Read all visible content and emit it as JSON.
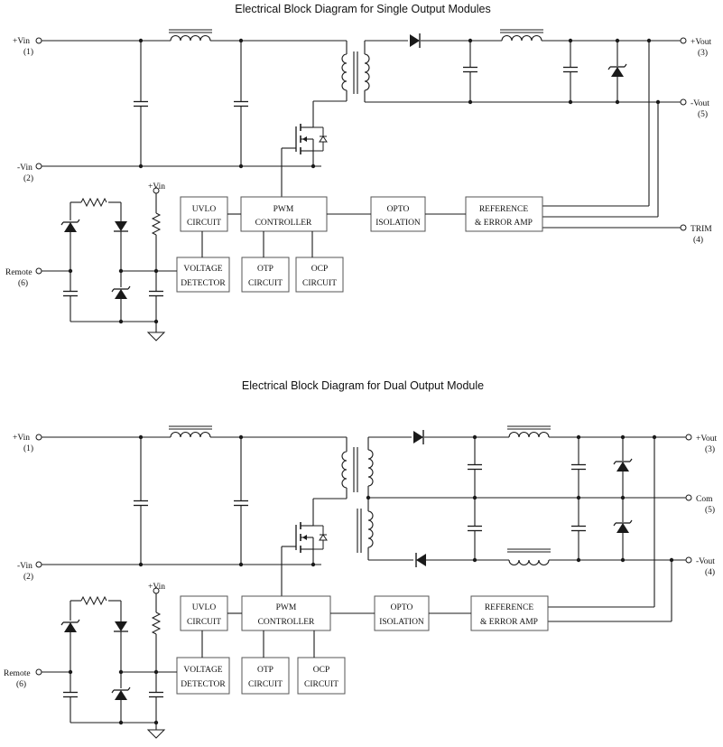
{
  "top": {
    "title": "Electrical Block Diagram for Single Output Modules",
    "pins": {
      "vin_pos": "+Vin",
      "vin_pos_num": "(1)",
      "vin_neg": "-Vin",
      "vin_neg_num": "(2)",
      "vout_pos": "+Vout",
      "vout_pos_num": "(3)",
      "vout_neg": "-Vout",
      "vout_neg_num": "(5)",
      "trim": "TRIM",
      "trim_num": "(4)",
      "remote": "Remote",
      "remote_num": "(6)",
      "vin_ref": "+Vin"
    },
    "blocks": {
      "uvlo_1": "UVLO",
      "uvlo_2": "CIRCUIT",
      "pwm_1": "PWM",
      "pwm_2": "CONTROLLER",
      "opto_1": "OPTO",
      "opto_2": "ISOLATION",
      "ref_1": "REFERENCE",
      "ref_2": "& ERROR AMP",
      "vd_1": "VOLTAGE",
      "vd_2": "DETECTOR",
      "otp_1": "OTP",
      "otp_2": "CIRCUIT",
      "ocp_1": "OCP",
      "ocp_2": "CIRCUIT"
    }
  },
  "bottom": {
    "title": "Electrical Block Diagram for Dual Output Module",
    "pins": {
      "vin_pos": "+Vin",
      "vin_pos_num": "(1)",
      "vin_neg": "-Vin",
      "vin_neg_num": "(2)",
      "vout_pos": "+Vout",
      "vout_pos_num": "(3)",
      "com": "Com",
      "com_num": "(5)",
      "vout_neg": "-Vout",
      "vout_neg_num": "(4)",
      "remote": "Remote",
      "remote_num": "(6)",
      "vin_ref": "+Vin"
    },
    "blocks": {
      "uvlo_1": "UVLO",
      "uvlo_2": "CIRCUIT",
      "pwm_1": "PWM",
      "pwm_2": "CONTROLLER",
      "opto_1": "OPTO",
      "opto_2": "ISOLATION",
      "ref_1": "REFERENCE",
      "ref_2": "& ERROR AMP",
      "vd_1": "VOLTAGE",
      "vd_2": "DETECTOR",
      "otp_1": "OTP",
      "otp_2": "CIRCUIT",
      "ocp_1": "OCP",
      "ocp_2": "CIRCUIT"
    }
  }
}
